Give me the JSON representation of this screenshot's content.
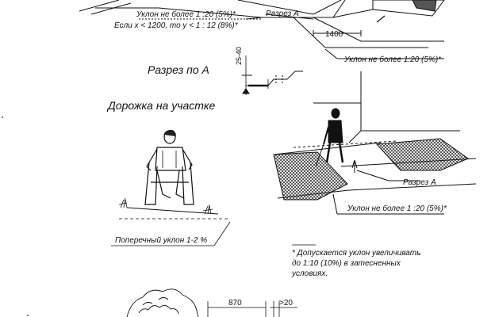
{
  "labels": {
    "slope_top_left": "Уклон не более 1 :20 (5%)*",
    "slope_top_left_cond": "Если x < 1200, то y < 1 : 12 (8%)*",
    "section_a_top": "Разрез А",
    "dim_1400": "1400",
    "slope_top_right": "Уклон не более 1:20 (5%)*",
    "heading_section_a": "Разрез по А",
    "dim_25_40": "25-40",
    "heading_path": "Дорожка на участке",
    "section_a_mid": "Разрез А",
    "slope_mid_right": "Уклон не более 1 :20 (5%)*",
    "cross_slope": "Поперечный уклон 1-2 %",
    "footnote": "* Допускается уклон увеличивать до 1:10 (10%) в затесненных условиях.",
    "dim_870": "870",
    "dim_20": ">20"
  },
  "icons": [
    "wheelchair-user-illustration",
    "pedestrian-with-cane-illustration",
    "tactile-paving-illustration",
    "tree-illustration"
  ]
}
